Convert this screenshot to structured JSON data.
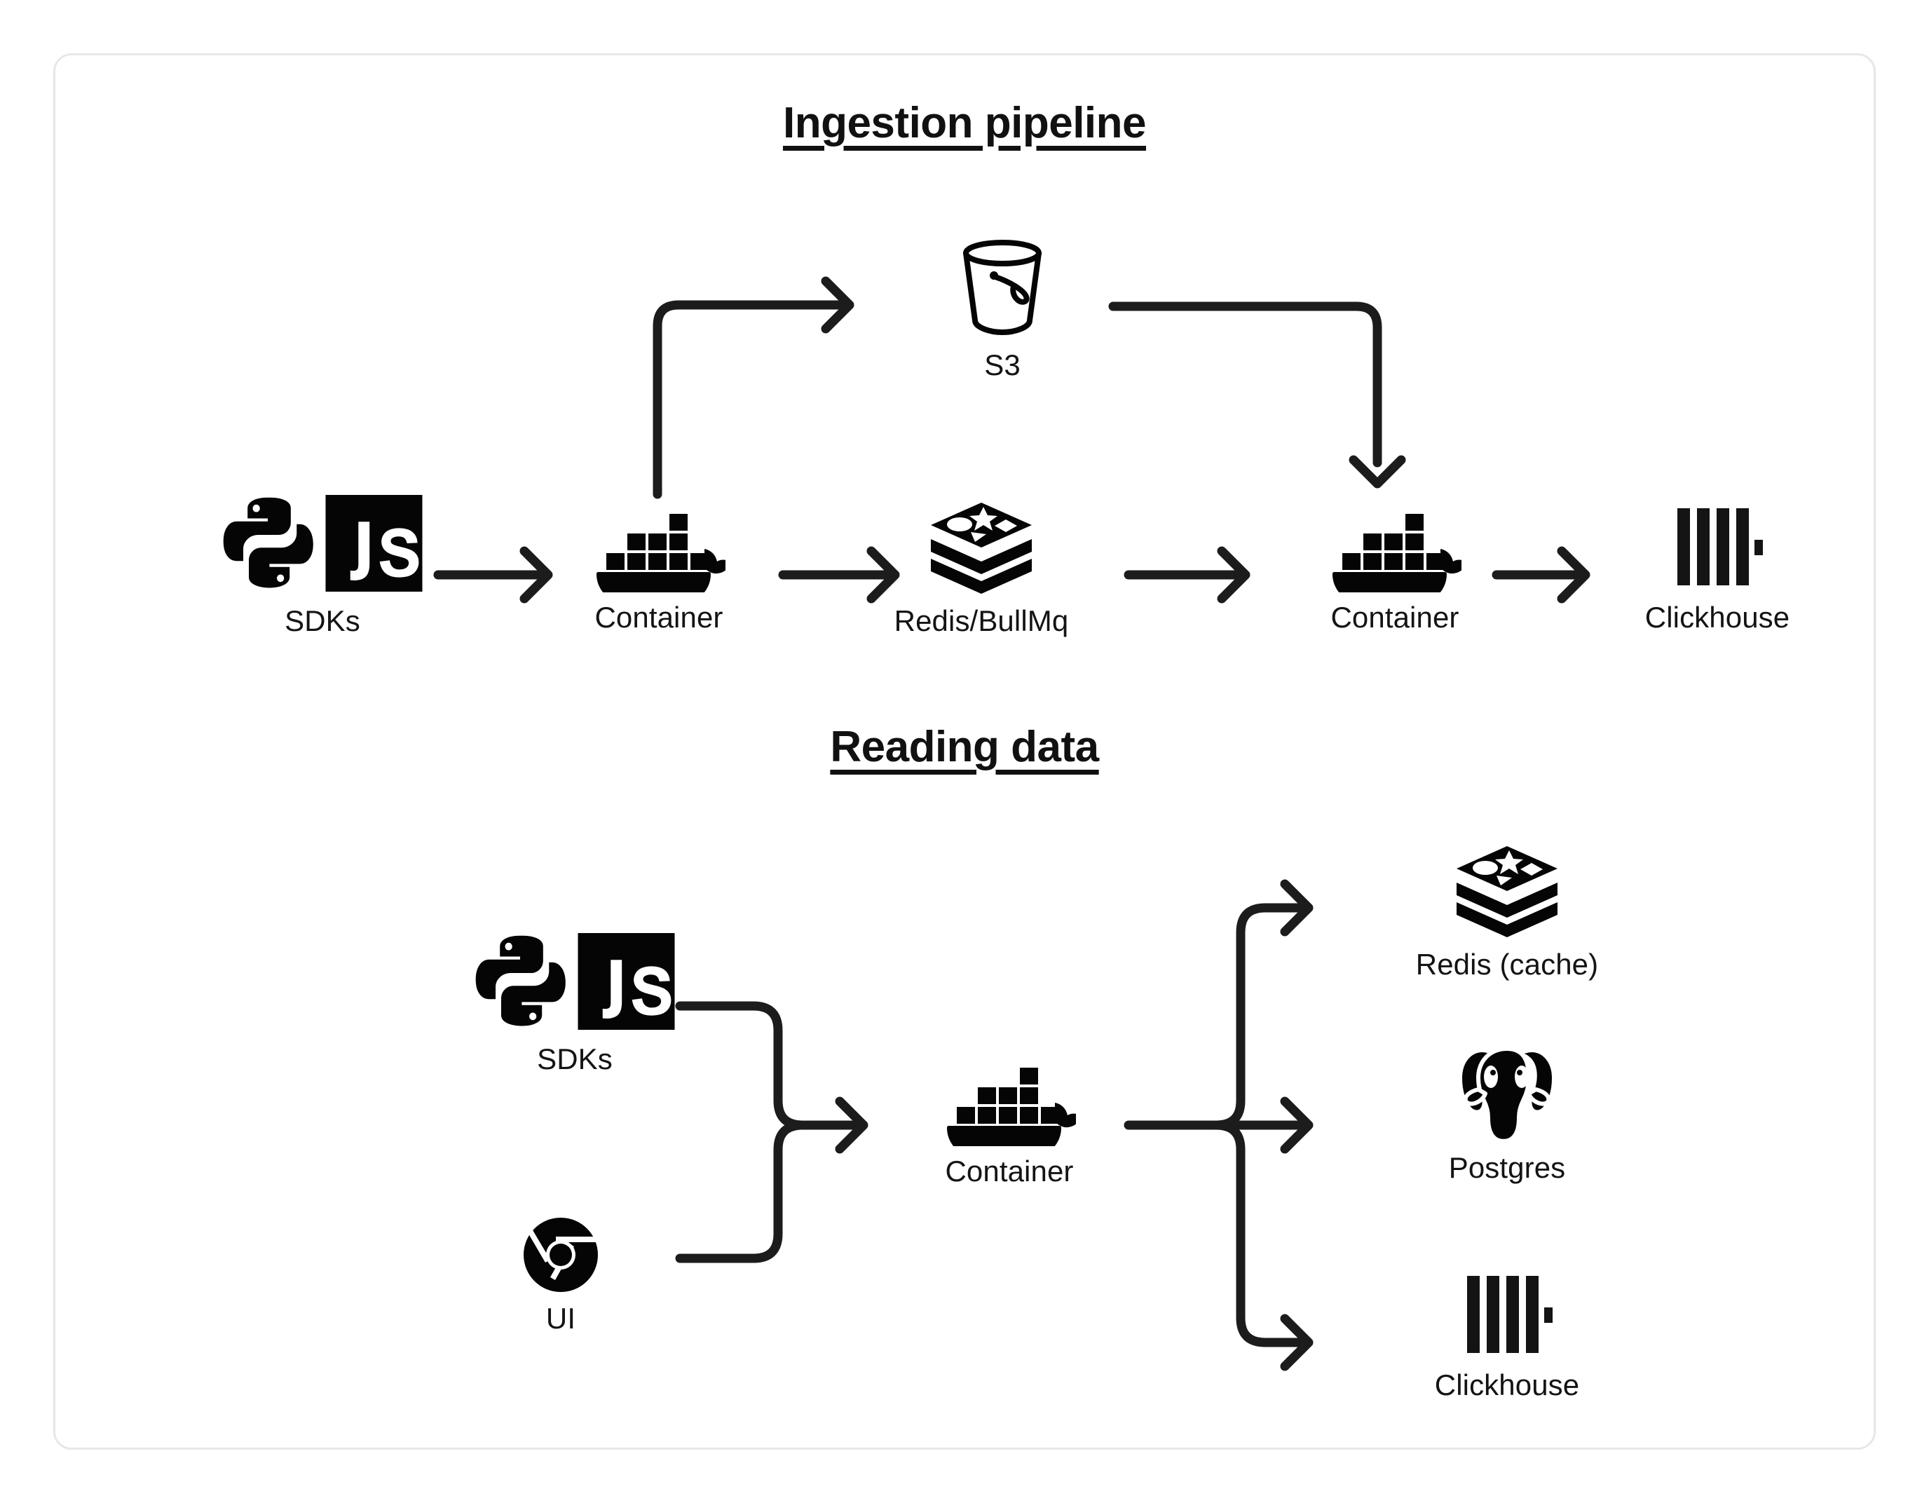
{
  "card": {
    "border_color": "#e7e7e7",
    "background": "#ffffff"
  },
  "ink_color": "#111111",
  "sections": [
    {
      "id": "ingestion",
      "title": "Ingestion pipeline",
      "nodes": [
        {
          "id": "sdks-1",
          "label": "SDKs",
          "icon": "python-js-sdk-icon"
        },
        {
          "id": "container-1",
          "label": "Container",
          "icon": "docker-whale-icon"
        },
        {
          "id": "s3",
          "label": "S3",
          "icon": "s3-bucket-icon"
        },
        {
          "id": "redis-bullmq",
          "label": "Redis/BullMq",
          "icon": "redis-stack-icon"
        },
        {
          "id": "container-2",
          "label": "Container",
          "icon": "docker-whale-icon"
        },
        {
          "id": "clickhouse-1",
          "label": "Clickhouse",
          "icon": "clickhouse-bars-icon"
        }
      ],
      "edges": [
        {
          "from": "sdks-1",
          "to": "container-1",
          "style": "straight"
        },
        {
          "from": "container-1",
          "to": "s3",
          "style": "elbow-up-right"
        },
        {
          "from": "container-1",
          "to": "redis-bullmq",
          "style": "straight"
        },
        {
          "from": "s3",
          "to": "container-2",
          "style": "elbow-right-down"
        },
        {
          "from": "redis-bullmq",
          "to": "container-2",
          "style": "straight"
        },
        {
          "from": "container-2",
          "to": "clickhouse-1",
          "style": "straight"
        }
      ]
    },
    {
      "id": "reading",
      "title": "Reading data",
      "nodes": [
        {
          "id": "sdks-2",
          "label": "SDKs",
          "icon": "python-js-sdk-icon"
        },
        {
          "id": "ui",
          "label": "UI",
          "icon": "chrome-browser-icon"
        },
        {
          "id": "container-3",
          "label": "Container",
          "icon": "docker-whale-icon"
        },
        {
          "id": "redis-cache",
          "label": "Redis (cache)",
          "icon": "redis-stack-icon"
        },
        {
          "id": "postgres",
          "label": "Postgres",
          "icon": "postgres-elephant-icon"
        },
        {
          "id": "clickhouse-2",
          "label": "Clickhouse",
          "icon": "clickhouse-bars-icon"
        }
      ],
      "edges": [
        {
          "from": "sdks-2",
          "to": "container-3",
          "style": "merge-down"
        },
        {
          "from": "ui",
          "to": "container-3",
          "style": "merge-up"
        },
        {
          "from": "container-3",
          "to": "redis-cache",
          "style": "fan-up"
        },
        {
          "from": "container-3",
          "to": "postgres",
          "style": "fan-straight"
        },
        {
          "from": "container-3",
          "to": "clickhouse-2",
          "style": "fan-down"
        }
      ]
    }
  ]
}
